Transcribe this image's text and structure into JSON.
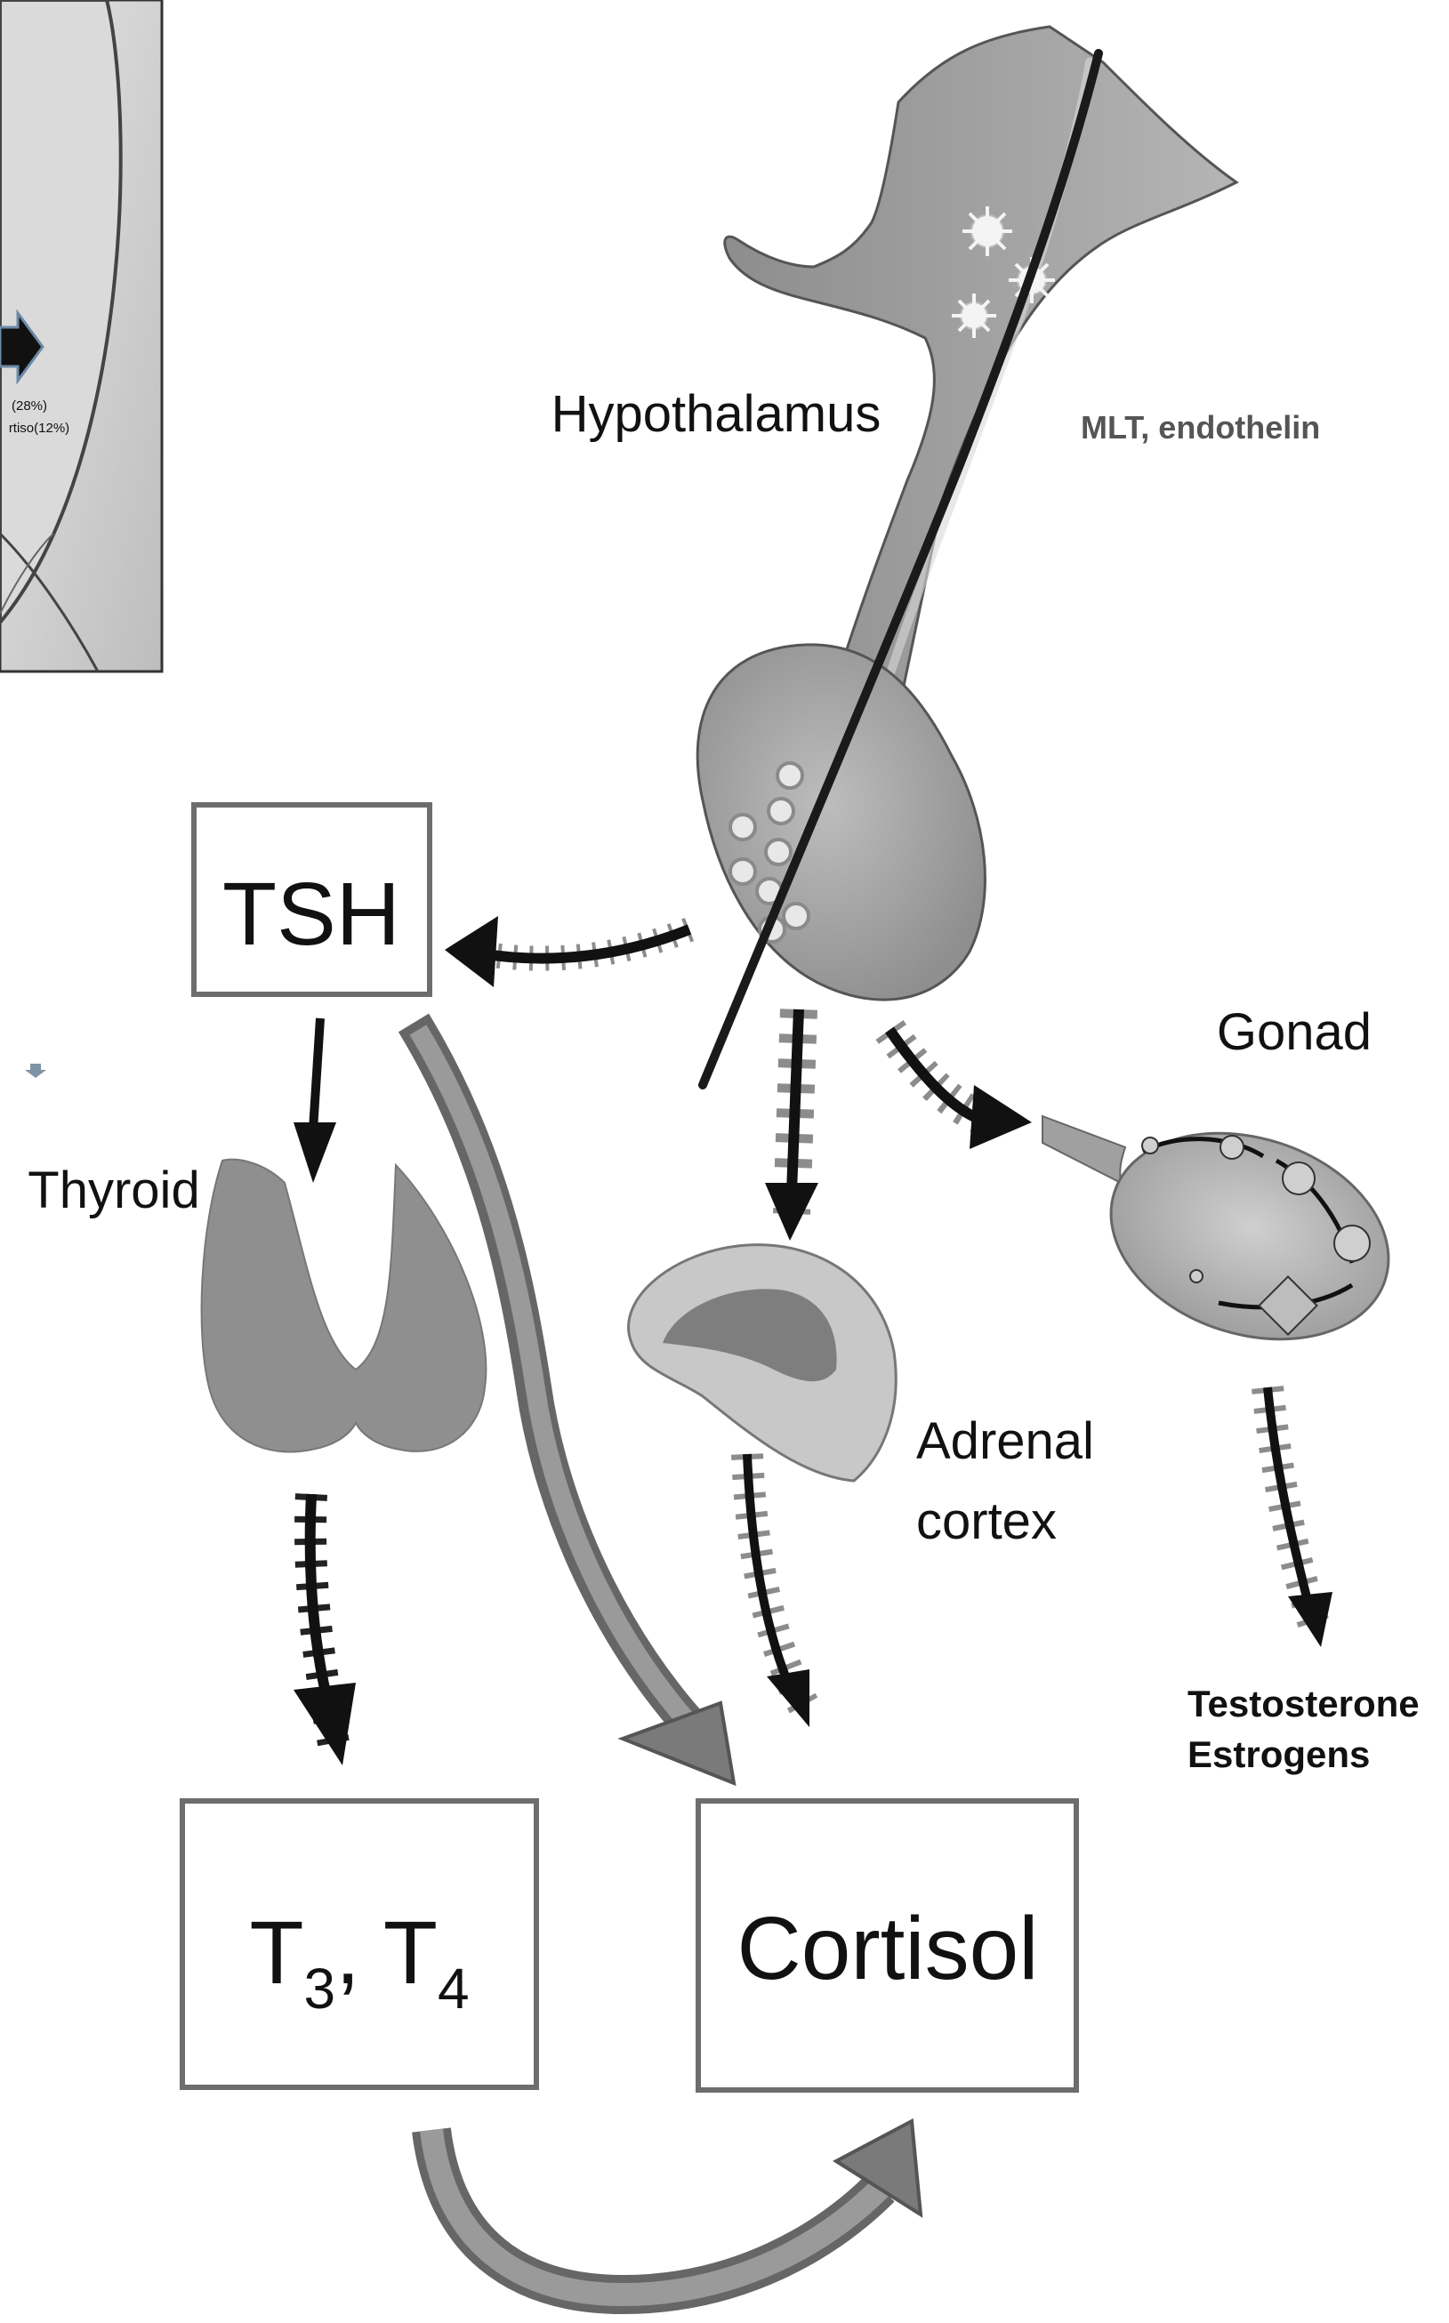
{
  "inset": {
    "line1": "(28%)",
    "line2": "rtiso(12%)"
  },
  "labels": {
    "hypothalamus": "Hypothalamus",
    "mlt": "MLT, endothelin",
    "gonad": "Gonad",
    "thyroid": "Thyroid",
    "adrenal_line1": "Adrenal",
    "adrenal_line2": "cortex",
    "testosterone": "Testosterone",
    "estrogens": "Estrogens"
  },
  "boxes": {
    "tsh": "TSH",
    "t3t4": {
      "prefix": "T",
      "sub1": "3",
      "comma": ", T",
      "sub2": "4"
    },
    "cortisol": "Cortisol"
  },
  "colors": {
    "organ_grey": "#9a9a9a",
    "organ_light": "#c8c8c8",
    "organ_dark": "#7a7a7a",
    "arrow_black": "#111111",
    "dot_grey": "#8c8c8c",
    "accent_blue": "#6b8aa6"
  }
}
